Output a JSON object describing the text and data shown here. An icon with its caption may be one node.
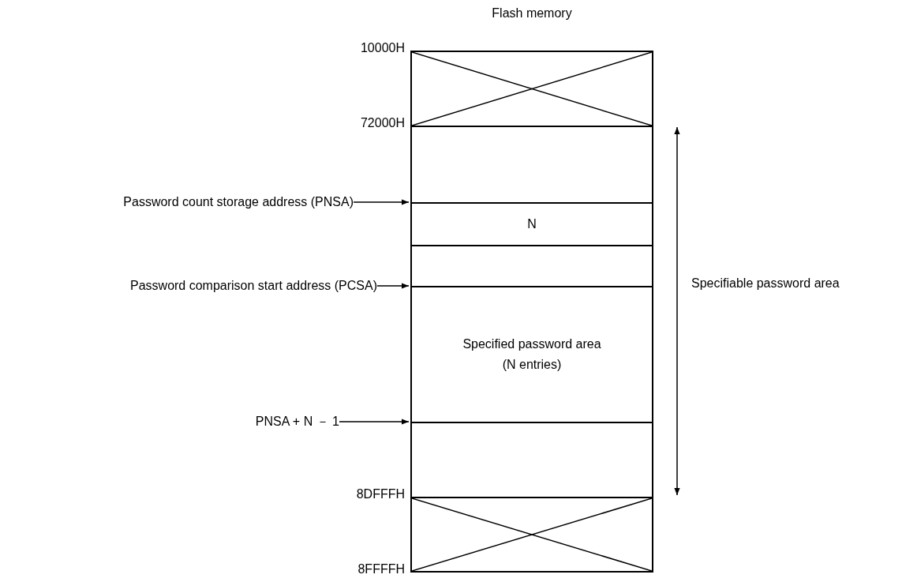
{
  "diagram": {
    "title": "Flash memory",
    "nodes": [
      {
        "text": [],
        "shape": "box"
      },
      {
        "text": [],
        "shape": "box"
      },
      {
        "text": [
          "N"
        ]
      },
      {
        "text": [],
        "shape": "box"
      },
      {
        "text": [
          "Specified password area (N entries)"
        ]
      },
      {
        "text": [],
        "shape": "box"
      },
      {
        "text": [],
        "shape": "box"
      },
      {
        "text": [
          "Password count storage address (PNSA)"
        ]
      },
      {
        "text": [
          "Password comparison start address (PCSA)"
        ]
      },
      {
        "text": [
          "PNSA + N － 1"
        ]
      }
    ],
    "edges": [
      {
        "from": 7,
        "to": 2,
        "arrow": "to"
      },
      {
        "from": 8,
        "to": 4,
        "arrow": "to"
      },
      {
        "from": 9,
        "to": 5,
        "arrow": "to"
      }
    ],
    "labels": [
      "10000H",
      "72000H",
      "8DFFFH",
      "8FFFFH",
      "Specifiable password area"
    ]
  }
}
